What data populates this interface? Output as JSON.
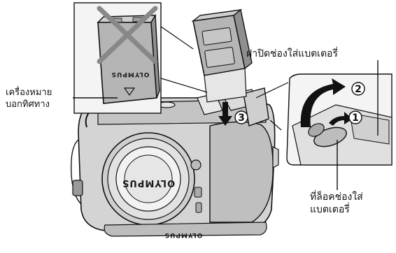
{
  "labels": {
    "direction_mark": [
      "เครื่องหมาย",
      "บอกทิศทาง"
    ],
    "battery_cover": "ฝาปิดช่องใส่แบตเตอรี่",
    "battery_lock": [
      "ที่ล็อคช่องใส่",
      "แบตเตอรี่"
    ]
  },
  "steps": {
    "one": "1",
    "two": "2",
    "three": "3"
  },
  "brand": "OLYMPUS",
  "colors": {
    "ink": "#111111",
    "panel_fill": "#f4f4f4",
    "battery_fill": "#b5b5b5",
    "body_fill": "#d4d4d4",
    "wrong_x": "#888888"
  }
}
